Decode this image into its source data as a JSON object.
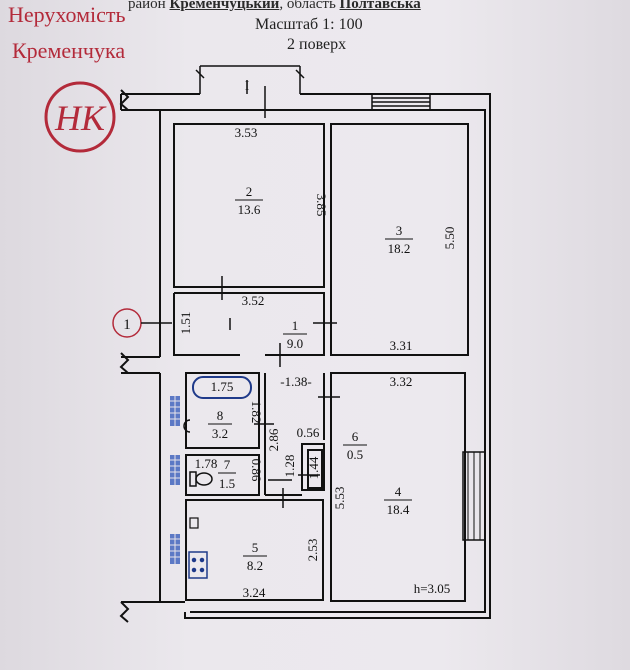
{
  "header": {
    "region_prefix": "район",
    "region": "Кременчуцький",
    "oblast_prefix": ", область",
    "oblast": "Полтавська",
    "scale": "Масштаб 1: 100",
    "floor": "2 поверх"
  },
  "watermark": {
    "line1": "Нерухомість",
    "line2": "Кременчука",
    "logo_letters": "НК",
    "color": "#b32a3a"
  },
  "plan": {
    "section_mark": "I",
    "axis_marker": "1",
    "height_note": "h=3.05",
    "rooms": [
      {
        "id": "room-2",
        "number": "2",
        "area": "13.6"
      },
      {
        "id": "room-3",
        "number": "3",
        "area": "18.2"
      },
      {
        "id": "room-1",
        "number": "1",
        "area": "9.0"
      },
      {
        "id": "room-4",
        "number": "4",
        "area": "18.4"
      },
      {
        "id": "room-8",
        "number": "8",
        "area": "3.2"
      },
      {
        "id": "room-7",
        "number": "7",
        "area": "1.5"
      },
      {
        "id": "room-6",
        "number": "6",
        "area": "0.5"
      },
      {
        "id": "room-5",
        "number": "5",
        "area": "8.2"
      }
    ],
    "dimensions": {
      "d_353": "3.53",
      "d_385": "3.85",
      "d_550": "5.50",
      "d_352": "3.52",
      "d_151": "1.51",
      "d_331": "3.31",
      "d_332": "3.32",
      "d_138": "-1.38-",
      "d_175": "1.75",
      "d_182": "1.82",
      "d_286": "2.86",
      "d_056": "0.56",
      "d_178": "1.78",
      "d_086": "0.86",
      "d_128": "1.28",
      "d_144": "1.44",
      "d_553": "5.53",
      "d_253": "2.53",
      "d_324": "3.24"
    }
  }
}
